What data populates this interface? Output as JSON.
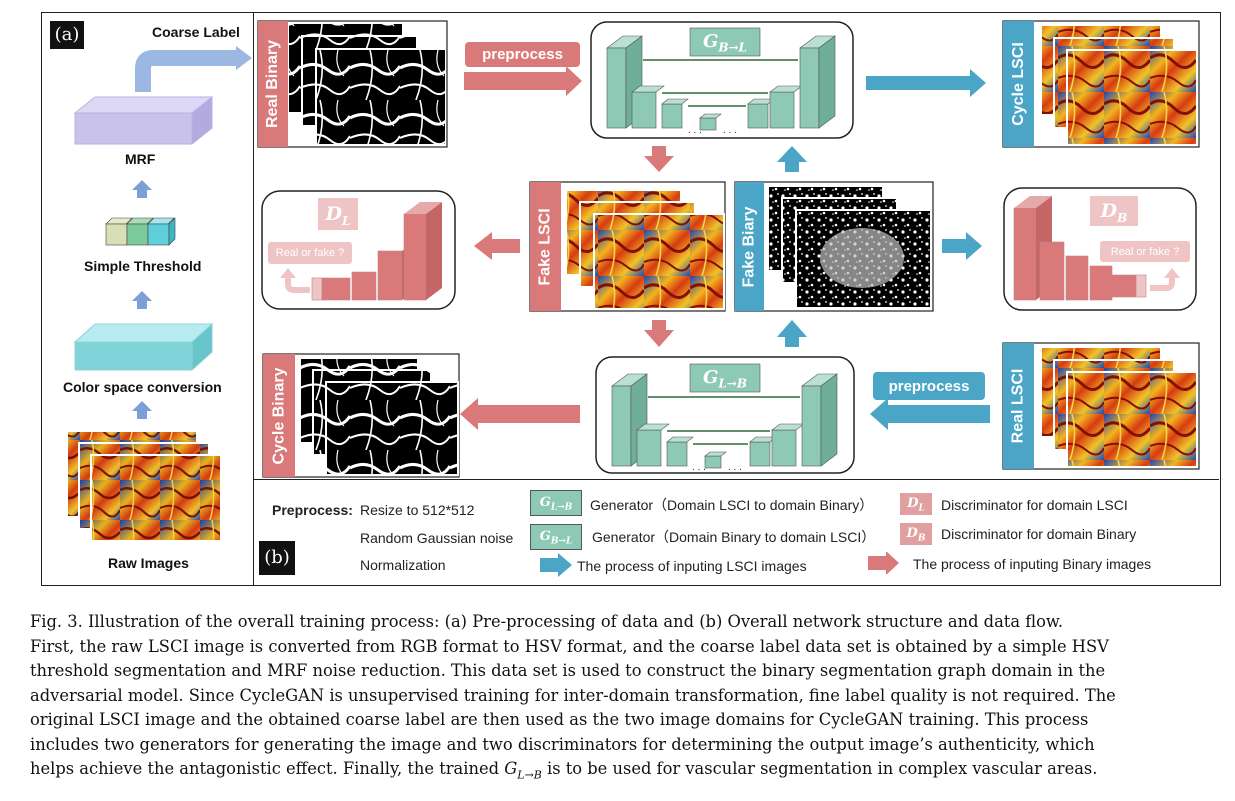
{
  "panel_a": {
    "tag": "(a)",
    "coarse_label": "Coarse Label",
    "mrf": "MRF",
    "simple_threshold": "Simple Threshold",
    "color_space": "Color space conversion",
    "raw_images": "Raw Images"
  },
  "panel_b": {
    "tag": "(b)",
    "real_binary": "Real Binary",
    "cycle_lsci": "Cycle LSCI",
    "fake_lsci": "Fake LSCI",
    "fake_binary": "Fake Biary",
    "cycle_binary": "Cycle Binary",
    "real_lsci": "Real LSCI",
    "preprocess_top": "preprocess",
    "preprocess_bottom": "preprocess",
    "gen_top": "G",
    "gen_top_sub": "B→L",
    "gen_bottom": "G",
    "gen_bottom_sub": "L→B",
    "disc_left": "D",
    "disc_left_sub": "L",
    "disc_right": "D",
    "disc_right_sub": "B",
    "real_or_fake_left": "Real or fake ?",
    "real_or_fake_right": "Real or fake ?"
  },
  "legend": {
    "preprocess_title": "Preprocess:",
    "step1": "Resize to 512*512",
    "step2": "Random Gaussian noise",
    "step3": "Normalization",
    "g_lb_icon": "G",
    "g_lb_sub": "L→B",
    "g_lb_text": "Generator（Domain LSCI to domain Binary）",
    "g_bl_icon": "G",
    "g_bl_sub": "B→L",
    "g_bl_text": "Generator（Domain Binary to domain LSCI）",
    "dl_icon": "D",
    "dl_sub": "L",
    "dl_text": "Discriminator for domain LSCI",
    "db_icon": "D",
    "db_sub": "B",
    "db_text": "Discriminator for domain Binary",
    "blue_arrow_text": "The process of inputing LSCI images",
    "red_arrow_text": "The process of inputing Binary images"
  },
  "caption": {
    "lines": [
      "Fig. 3.   Illustration of the overall training process: (a) Pre-processing of data and (b) Overall network structure and data flow.",
      "First, the raw LSCI image is converted from RGB format to HSV format, and the coarse label data set is obtained by a simple HSV",
      "threshold segmentation and MRF noise reduction. This data set is used to construct the binary segmentation graph domain in the",
      "adversarial model. Since CycleGAN is unsupervised training for inter-domain transformation, fine label quality is not required. The",
      "original LSCI image and the obtained coarse label are then used as the two image domains for CycleGAN training. This process",
      "includes two generators for generating the image and two discriminators for determining the output image’s authenticity, which",
      "helps achieve the antagonistic effect. Finally, the trained ",
      "G",
      "L→B",
      " is to be used for vascular segmentation in complex vascular areas."
    ]
  },
  "colors": {
    "teal": "#8ec9b5",
    "red": "#d9797a",
    "blue": "#4aa5c6",
    "light_pink": "#eec4c4",
    "mrf_purple": "#c9c3ec",
    "cyan_slab": "#7fd3d9"
  }
}
